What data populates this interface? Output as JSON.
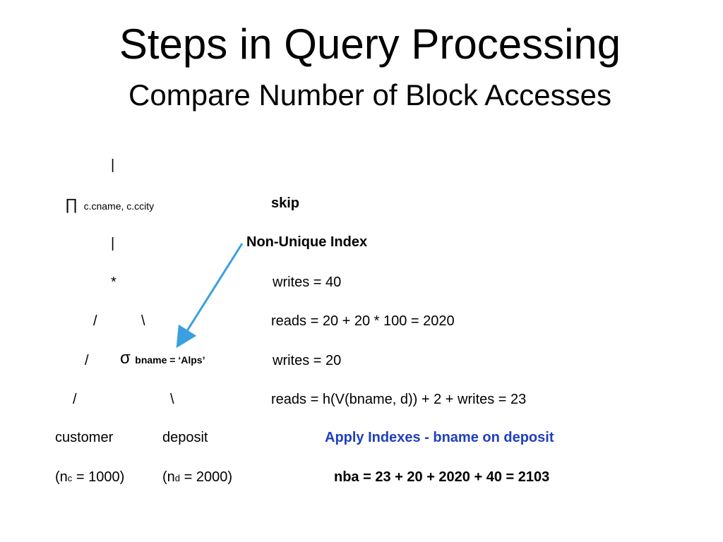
{
  "slide": {
    "title": "Steps in Query Processing",
    "subtitle": "Compare Number of Block Accesses"
  },
  "tree": {
    "top_bar": "|",
    "pi_symbol": "∏",
    "pi_attrs": "c.cname, c.ccity",
    "mid_bar": "|",
    "join_star": "*",
    "slash1": "/",
    "backslash1": "\\",
    "slash2": "/",
    "sigma_symbol": "σ",
    "sigma_cond": "bname = ‘Alps’",
    "slash3": "/",
    "backslash2": "\\",
    "customer": "customer",
    "deposit": "deposit",
    "nc_prefix": "(n",
    "nc_sub": "c",
    "nc_rest": " = 1000)",
    "nd_prefix": "(n",
    "nd_sub": "d",
    "nd_rest": " = 2000)"
  },
  "annotations": {
    "skip": "skip",
    "non_unique_index": "Non-Unique Index",
    "writes_40": "writes = 40",
    "reads_2020": "reads = 20 + 20 * 100 = 2020",
    "writes_20": "writes = 20",
    "reads_23": "reads = h(V(bname, d)) + 2 + writes = 23",
    "apply_indexes": "Apply Indexes - bname on deposit",
    "nba": "nba = 23 + 20 + 2020 + 40 = 2103"
  },
  "colors": {
    "arrow": "#3aa0e0",
    "highlight_text": "#1f3fbf"
  }
}
